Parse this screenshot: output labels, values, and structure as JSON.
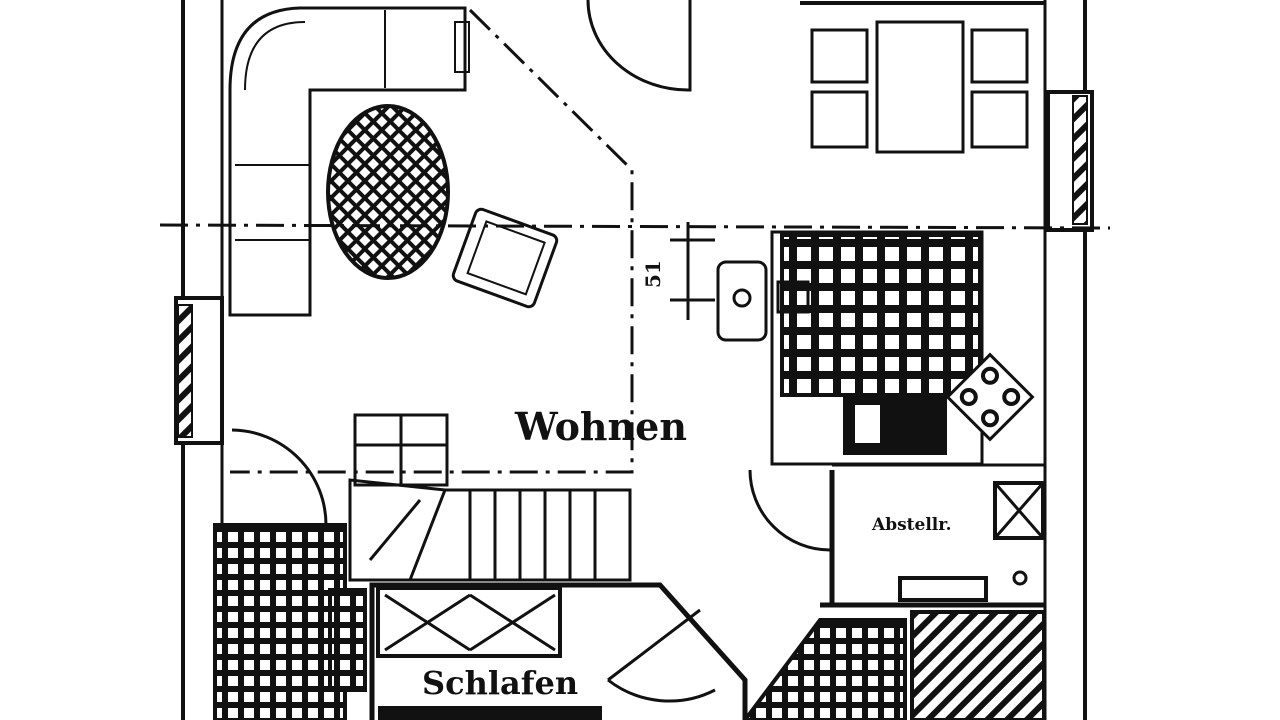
{
  "plan": {
    "rooms": {
      "living": "Wohnen",
      "bedroom": "Schlafen",
      "storage": "Abstellr."
    },
    "dimension": "51"
  },
  "colors": {
    "ink": "#111111",
    "paper": "#ffffff"
  }
}
